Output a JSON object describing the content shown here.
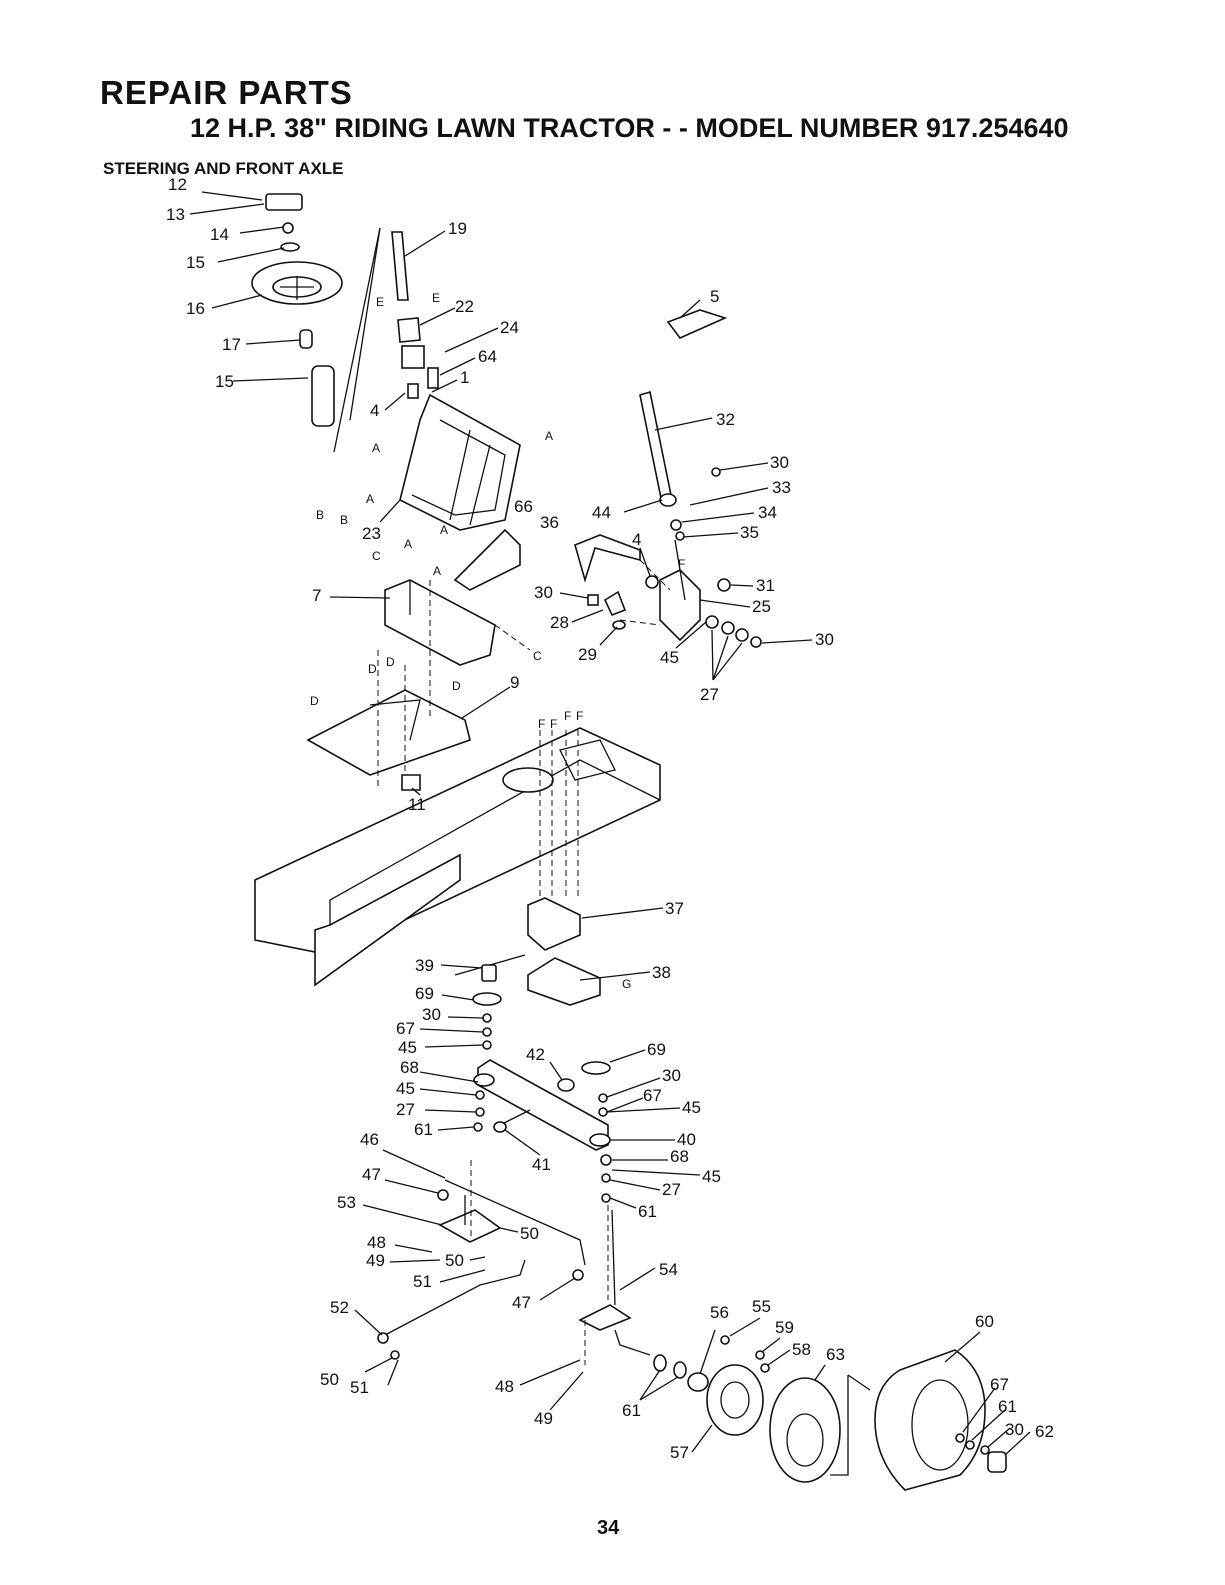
{
  "header": {
    "section_title": "REPAIR PARTS",
    "model_line": "12 H.P. 38\" RIDING LAWN TRACTOR - - MODEL NUMBER 917.254640",
    "diagram_title": "STEERING AND FRONT AXLE"
  },
  "page_number": "34",
  "callouts": [
    "12",
    "13",
    "14",
    "15",
    "16",
    "17",
    "15",
    "19",
    "22",
    "24",
    "64",
    "1",
    "4",
    "5",
    "32",
    "30",
    "33",
    "34",
    "35",
    "31",
    "25",
    "30",
    "27",
    "44",
    "36",
    "4",
    "30",
    "28",
    "29",
    "45",
    "66",
    "23",
    "7",
    "9",
    "11",
    "37",
    "39",
    "38",
    "69",
    "30",
    "67",
    "45",
    "68",
    "45",
    "27",
    "61",
    "42",
    "69",
    "30",
    "67",
    "45",
    "40",
    "68",
    "45",
    "27",
    "61",
    "41",
    "46",
    "47",
    "53",
    "50",
    "48",
    "49",
    "50",
    "51",
    "52",
    "50",
    "51",
    "47",
    "54",
    "48",
    "49",
    "61",
    "56",
    "55",
    "59",
    "58",
    "63",
    "57",
    "60",
    "67",
    "61",
    "30",
    "62"
  ],
  "reference_letters": [
    "E",
    "E",
    "A",
    "A",
    "A",
    "A",
    "A",
    "A",
    "B",
    "B",
    "C",
    "C",
    "D",
    "D",
    "D",
    "D",
    "F",
    "F",
    "F",
    "F",
    "F",
    "G"
  ]
}
